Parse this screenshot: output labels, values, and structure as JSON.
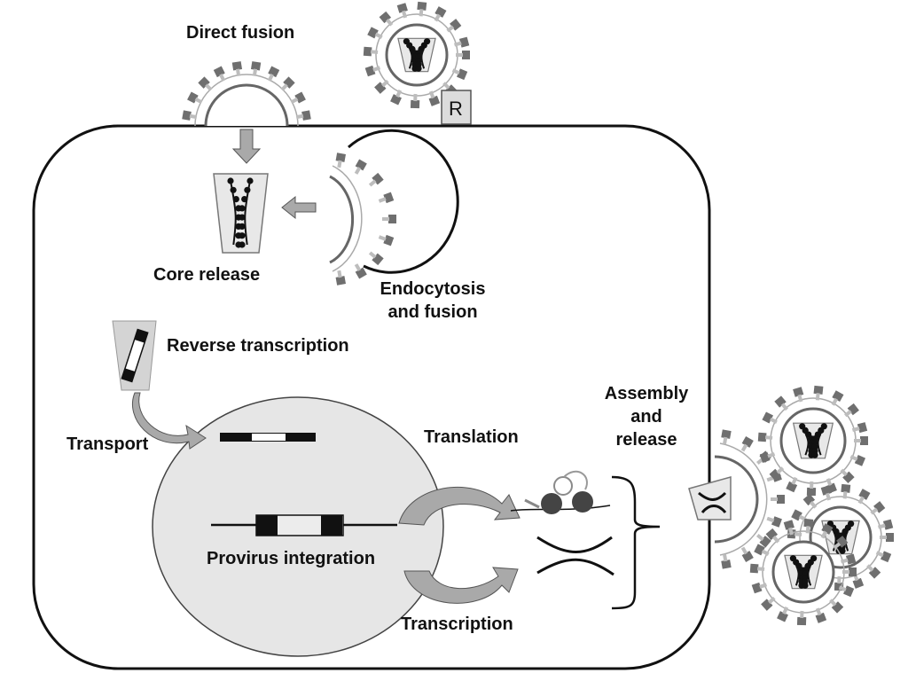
{
  "labels": {
    "direct_fusion": "Direct fusion",
    "receptor": "R",
    "core_release": "Core release",
    "endocytosis": [
      "Endocytosis",
      "and fusion"
    ],
    "reverse_transcription": "Reverse transcription",
    "transport": "Transport",
    "translation": "Translation",
    "assembly": [
      "Assembly",
      "and",
      "release"
    ],
    "provirus_integration": "Provirus integration",
    "transcription": "Transcription"
  },
  "colors": {
    "outline": "#111111",
    "envelope": "#777777",
    "spike": "#7a7a7a",
    "nucleus_fill": "#e6e6e6",
    "core_fill": "#e8e8e8",
    "arrow_fill": "#a9a9a9",
    "ribosome": "#444444",
    "receptor_fill": "#dcdcdc"
  }
}
